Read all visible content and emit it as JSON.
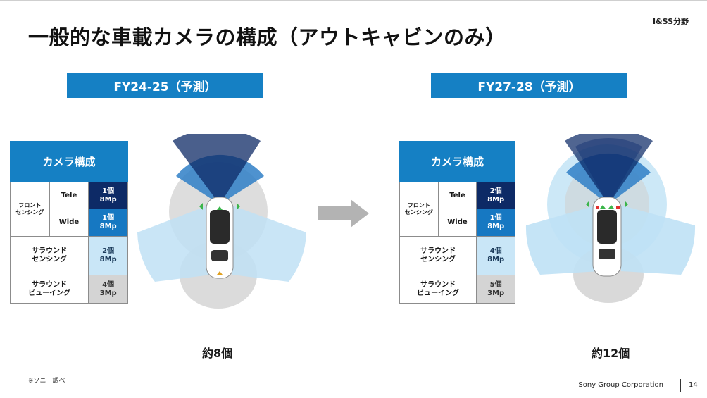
{
  "header": {
    "division": "I&SS分野",
    "title": "一般的な車載カメラの構成（アウトキャビンのみ）"
  },
  "periods": [
    {
      "label": "FY24-25（予測）",
      "table": {
        "header": "カメラ構成",
        "front_group": "フロント\nセンシング",
        "tele_label": "Tele",
        "tele_value": "1個\n8Mp",
        "wide_label": "Wide",
        "wide_value": "1個\n8Mp",
        "surround_sensing_label": "サラウンド\nセンシング",
        "surround_sensing_value": "2個\n8Mp",
        "surround_viewing_label": "サラウンド\nビューイング",
        "surround_viewing_value": "4個\n3Mp"
      },
      "total": "約8個"
    },
    {
      "label": "FY27-28（予測）",
      "table": {
        "header": "カメラ構成",
        "front_group": "フロント\nセンシング",
        "tele_label": "Tele",
        "tele_value": "2個\n8Mp",
        "wide_label": "Wide",
        "wide_value": "1個\n8Mp",
        "surround_sensing_label": "サラウンド\nセンシング",
        "surround_sensing_value": "4個\n8Mp",
        "surround_viewing_label": "サラウンド\nビューイング",
        "surround_viewing_value": "5個\n3Mp"
      },
      "total": "約12個"
    }
  ],
  "footnote": "※ソニー調べ",
  "footer": {
    "company": "Sony Group Corporation",
    "page": "14"
  },
  "colors": {
    "accent": "#1580c4",
    "navy": "#0d2a66",
    "light_blue": "#c9e6f7",
    "gray": "#d4d4d4"
  }
}
